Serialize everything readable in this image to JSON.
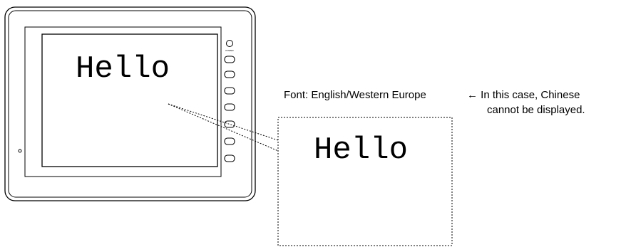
{
  "screen": {
    "text": "Hello"
  },
  "enlarged_view": {
    "text": "Hello"
  },
  "font_label": "Font: English/Western Europe",
  "note": {
    "arrow": "←",
    "line1": "In this case, Chinese",
    "line2": "cannot be displayed."
  }
}
